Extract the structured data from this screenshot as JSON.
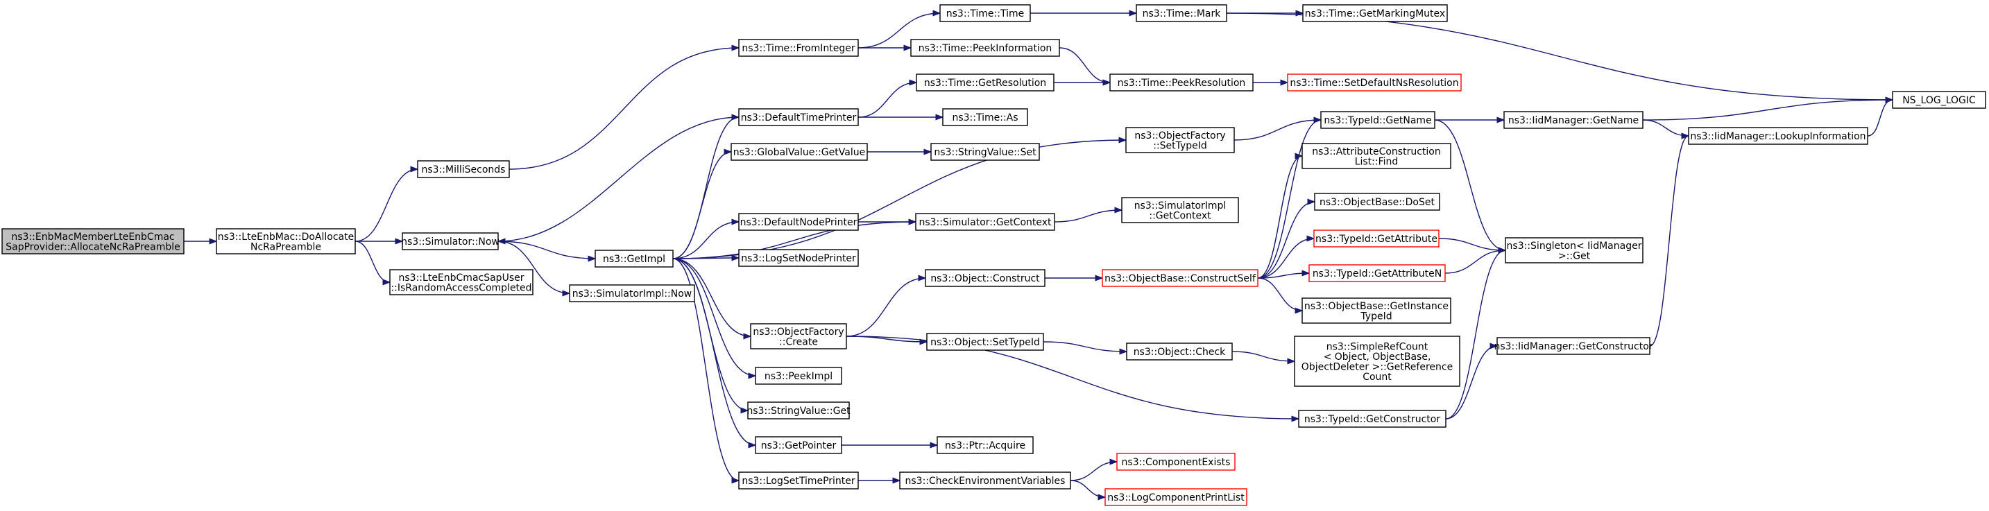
{
  "colors": {
    "edge": "#191970",
    "node_border": "#000000",
    "node_border_truncated": "#ff0000",
    "root_fill": "#bfbfbf",
    "node_fill": "#ffffff"
  },
  "nodes": [
    {
      "id": "root",
      "lines": [
        "ns3::EnbMacMemberLteEnbCmac",
        "SapProvider::AllocateNcRaPreamble"
      ],
      "root": true
    },
    {
      "id": "doalloc",
      "lines": [
        "ns3::LteEnbMac::DoAllocate",
        "NcRaPreamble"
      ]
    },
    {
      "id": "simnow",
      "lines": [
        "ns3::Simulator::Now"
      ]
    },
    {
      "id": "israc",
      "lines": [
        "ns3::LteEnbCmacSapUser",
        "::IsRandomAccessCompleted"
      ]
    },
    {
      "id": "milli",
      "lines": [
        "ns3::MilliSeconds"
      ]
    },
    {
      "id": "getimpl",
      "lines": [
        "ns3::GetImpl"
      ]
    },
    {
      "id": "simimplnow",
      "lines": [
        "ns3::SimulatorImpl::Now"
      ]
    },
    {
      "id": "frominteger",
      "lines": [
        "ns3::Time::FromInteger"
      ]
    },
    {
      "id": "deftime",
      "lines": [
        "ns3::DefaultTimePrinter"
      ]
    },
    {
      "id": "gvget",
      "lines": [
        "ns3::GlobalValue::GetValue"
      ]
    },
    {
      "id": "defnode",
      "lines": [
        "ns3::DefaultNodePrinter"
      ]
    },
    {
      "id": "logsetnode",
      "lines": [
        "ns3::LogSetNodePrinter"
      ]
    },
    {
      "id": "ofcreate",
      "lines": [
        "ns3::ObjectFactory",
        "::Create"
      ]
    },
    {
      "id": "peekimpl",
      "lines": [
        "ns3::PeekImpl"
      ]
    },
    {
      "id": "svget",
      "lines": [
        "ns3::StringValue::Get"
      ]
    },
    {
      "id": "getpointer",
      "lines": [
        "ns3::GetPointer"
      ]
    },
    {
      "id": "logsettime",
      "lines": [
        "ns3::LogSetTimePrinter"
      ]
    },
    {
      "id": "timetime",
      "lines": [
        "ns3::Time::Time"
      ]
    },
    {
      "id": "peekinfo",
      "lines": [
        "ns3::Time::PeekInformation"
      ]
    },
    {
      "id": "getres",
      "lines": [
        "ns3::Time::GetResolution"
      ]
    },
    {
      "id": "timeas",
      "lines": [
        "ns3::Time::As"
      ]
    },
    {
      "id": "svset",
      "lines": [
        "ns3::StringValue::Set"
      ]
    },
    {
      "id": "simgetctx",
      "lines": [
        "ns3::Simulator::GetContext"
      ]
    },
    {
      "id": "objconstruct",
      "lines": [
        "ns3::Object::Construct"
      ]
    },
    {
      "id": "objsettid",
      "lines": [
        "ns3::Object::SetTypeId"
      ]
    },
    {
      "id": "ptracq",
      "lines": [
        "ns3::Ptr::Acquire"
      ]
    },
    {
      "id": "checkenv",
      "lines": [
        "ns3::CheckEnvironmentVariables"
      ]
    },
    {
      "id": "timemark",
      "lines": [
        "ns3::Time::Mark"
      ]
    },
    {
      "id": "peekres",
      "lines": [
        "ns3::Time::PeekResolution"
      ]
    },
    {
      "id": "ofsettid",
      "lines": [
        "ns3::ObjectFactory",
        "::SetTypeId"
      ]
    },
    {
      "id": "simimplctx",
      "lines": [
        "ns3::SimulatorImpl",
        "::GetContext"
      ]
    },
    {
      "id": "obcs",
      "lines": [
        "ns3::ObjectBase::ConstructSelf"
      ],
      "truncated": true
    },
    {
      "id": "objcheck",
      "lines": [
        "ns3::Object::Check"
      ]
    },
    {
      "id": "tidgetctor",
      "lines": [
        "ns3::TypeId::GetConstructor"
      ]
    },
    {
      "id": "compexists",
      "lines": [
        "ns3::ComponentExists"
      ],
      "truncated": true
    },
    {
      "id": "logcpl",
      "lines": [
        "ns3::LogComponentPrintList"
      ],
      "truncated": true
    },
    {
      "id": "getmarkmutex",
      "lines": [
        "ns3::Time::GetMarkingMutex"
      ]
    },
    {
      "id": "setdefns",
      "lines": [
        "ns3::Time::SetDefaultNsResolution"
      ],
      "truncated": true
    },
    {
      "id": "tidgetname",
      "lines": [
        "ns3::TypeId::GetName"
      ]
    },
    {
      "id": "acfind",
      "lines": [
        "ns3::AttributeConstruction",
        "List::Find"
      ]
    },
    {
      "id": "obdoset",
      "lines": [
        "ns3::ObjectBase::DoSet"
      ]
    },
    {
      "id": "tidgetattr",
      "lines": [
        "ns3::TypeId::GetAttribute"
      ],
      "truncated": true
    },
    {
      "id": "tidgetattrn",
      "lines": [
        "ns3::TypeId::GetAttributeN"
      ],
      "truncated": true
    },
    {
      "id": "obgetinst",
      "lines": [
        "ns3::ObjectBase::GetInstance",
        "TypeId"
      ]
    },
    {
      "id": "srcgetref",
      "lines": [
        "ns3::SimpleRefCount",
        "< Object, ObjectBase,",
        "ObjectDeleter >::GetReference",
        "Count"
      ]
    },
    {
      "id": "iidgetname",
      "lines": [
        "ns3::IidManager::GetName"
      ]
    },
    {
      "id": "singleton",
      "lines": [
        "ns3::Singleton< IidManager",
        ">::Get"
      ]
    },
    {
      "id": "iidgetctor",
      "lines": [
        "ns3::IidManager::GetConstructor"
      ]
    },
    {
      "id": "iidlookup",
      "lines": [
        "ns3::IidManager::LookupInformation"
      ]
    },
    {
      "id": "nslog",
      "lines": [
        "NS_LOG_LOGIC"
      ]
    }
  ],
  "edges": [
    [
      "root",
      "doalloc"
    ],
    [
      "doalloc",
      "simnow"
    ],
    [
      "doalloc",
      "israc"
    ],
    [
      "doalloc",
      "milli"
    ],
    [
      "simnow",
      "getimpl"
    ],
    [
      "simnow",
      "simimplnow"
    ],
    [
      "milli",
      "frominteger"
    ],
    [
      "getimpl",
      "deftime"
    ],
    [
      "getimpl",
      "gvget"
    ],
    [
      "getimpl",
      "defnode"
    ],
    [
      "getimpl",
      "logsetnode"
    ],
    [
      "getimpl",
      "ofcreate"
    ],
    [
      "getimpl",
      "peekimpl"
    ],
    [
      "getimpl",
      "svget"
    ],
    [
      "getimpl",
      "getpointer"
    ],
    [
      "getimpl",
      "logsettime"
    ],
    [
      "getimpl",
      "ofsettid"
    ],
    [
      "getimpl",
      "simgetctx"
    ],
    [
      "deftime",
      "simnow"
    ],
    [
      "deftime",
      "getres"
    ],
    [
      "deftime",
      "timeas"
    ],
    [
      "gvget",
      "svset"
    ],
    [
      "defnode",
      "simgetctx"
    ],
    [
      "ofcreate",
      "objconstruct"
    ],
    [
      "ofcreate",
      "objsettid"
    ],
    [
      "ofcreate",
      "tidgetctor"
    ],
    [
      "getpointer",
      "ptracq"
    ],
    [
      "logsettime",
      "checkenv"
    ],
    [
      "frominteger",
      "timetime"
    ],
    [
      "frominteger",
      "peekinfo"
    ],
    [
      "timetime",
      "timemark"
    ],
    [
      "peekinfo",
      "peekres"
    ],
    [
      "getres",
      "peekres"
    ],
    [
      "timemark",
      "getmarkmutex"
    ],
    [
      "timemark",
      "nslog"
    ],
    [
      "peekres",
      "setdefns"
    ],
    [
      "simgetctx",
      "simimplctx"
    ],
    [
      "objconstruct",
      "obcs"
    ],
    [
      "objsettid",
      "objcheck"
    ],
    [
      "checkenv",
      "compexists"
    ],
    [
      "checkenv",
      "logcpl"
    ],
    [
      "ofsettid",
      "tidgetname"
    ],
    [
      "obcs",
      "tidgetname"
    ],
    [
      "obcs",
      "acfind"
    ],
    [
      "obcs",
      "obdoset"
    ],
    [
      "obcs",
      "tidgetattr"
    ],
    [
      "obcs",
      "tidgetattrn"
    ],
    [
      "obcs",
      "obgetinst"
    ],
    [
      "objcheck",
      "srcgetref"
    ],
    [
      "tidgetctor",
      "singleton"
    ],
    [
      "tidgetctor",
      "iidgetctor"
    ],
    [
      "tidgetname",
      "iidgetname"
    ],
    [
      "tidgetname",
      "singleton"
    ],
    [
      "tidgetattr",
      "singleton"
    ],
    [
      "tidgetattrn",
      "singleton"
    ],
    [
      "iidgetname",
      "iidlookup"
    ],
    [
      "iidgetname",
      "nslog"
    ],
    [
      "iidgetctor",
      "iidlookup"
    ],
    [
      "iidlookup",
      "nslog"
    ]
  ]
}
